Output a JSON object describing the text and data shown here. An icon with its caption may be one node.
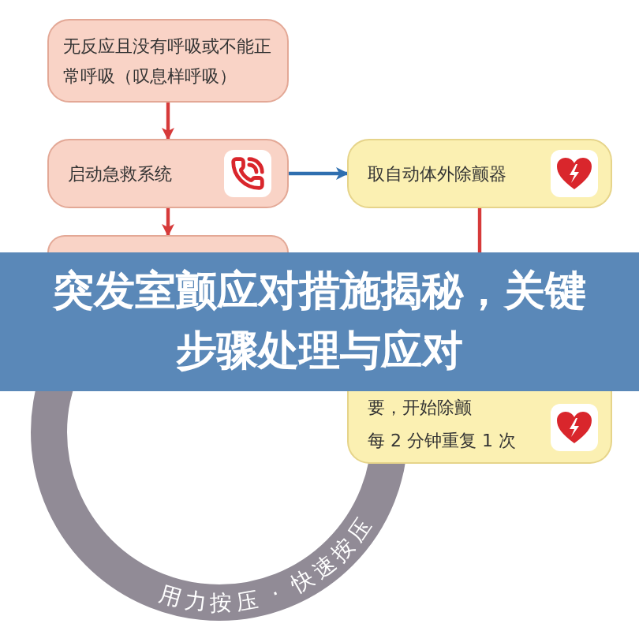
{
  "diagram": {
    "title": "突发室颤应对措施揭秘，关键步骤处理与应对",
    "nodes": [
      {
        "text": [
          "无反应且没有呼吸或不能正常呼吸（叹息样呼吸）"
        ]
      },
      {
        "text": [
          "启动急救系统"
        ]
      },
      {
        "text": [
          "取自动体外除颤器"
        ]
      },
      {
        "text": [],
        "shape": "box"
      },
      {
        "text": [
          "要，开始除颤",
          "每 2 分钟重复 1 次"
        ]
      }
    ],
    "edges": [
      {
        "from": 0,
        "to": 1,
        "arrow": "to"
      },
      {
        "from": 1,
        "to": 2,
        "arrow": "to",
        "color": "#2f6fb0"
      },
      {
        "from": 1,
        "to": 3,
        "arrow": "to"
      },
      {
        "from": 2,
        "to": 4,
        "arrow": "to"
      }
    ],
    "labels": [
      "用力按压 · 快速按压"
    ]
  }
}
